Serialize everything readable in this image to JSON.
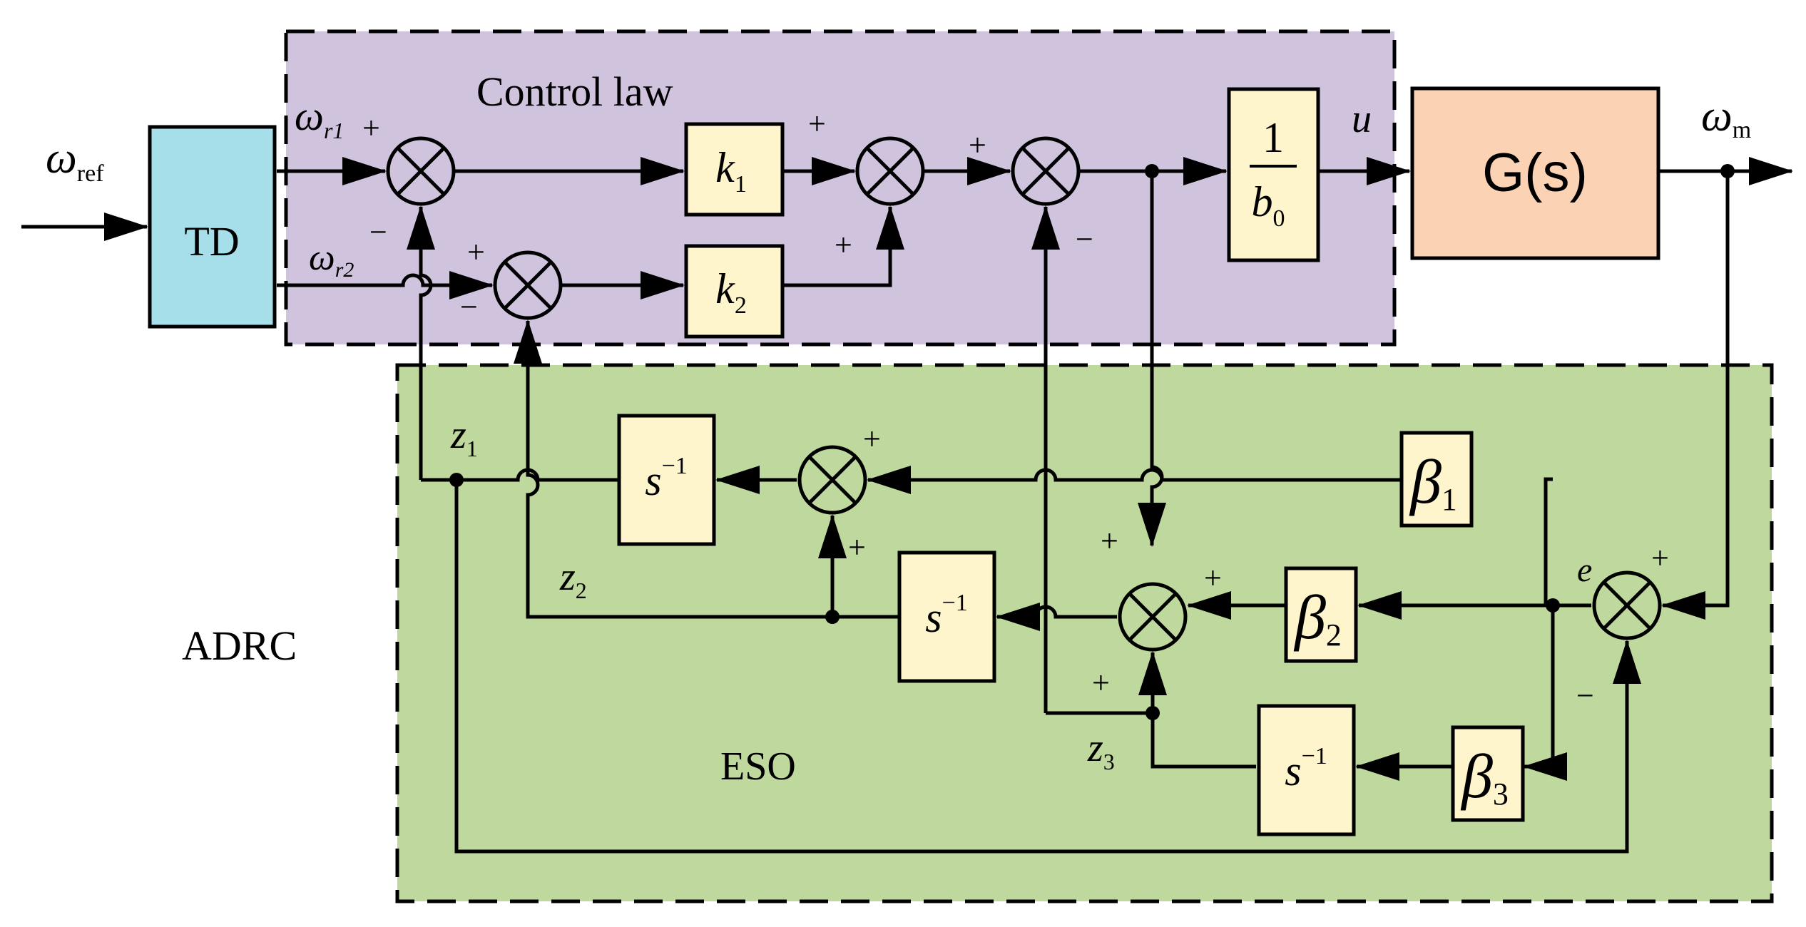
{
  "colors": {
    "control_zone": "#d0c3de",
    "eso_zone": "#bfd89d",
    "td_block": "#a6dfe9",
    "plant_block": "#fbd2b3",
    "gain_block": "#fff5cc",
    "line": "#000000"
  },
  "zones": {
    "control_law": "Control law",
    "eso": "ESO",
    "adrc": "ADRC"
  },
  "blocks": {
    "td": "TD",
    "plant": "G(s)",
    "k1": {
      "base": "k",
      "sub": "1"
    },
    "k2": {
      "base": "k",
      "sub": "2"
    },
    "inv_b0": {
      "num": "1",
      "den_base": "b",
      "den_sub": "0"
    },
    "integrator": {
      "base": "s",
      "sup": "−1"
    },
    "beta1": {
      "base": "β",
      "sub": "1"
    },
    "beta2": {
      "base": "β",
      "sub": "2"
    },
    "beta3": {
      "base": "β",
      "sub": "3"
    }
  },
  "signals": {
    "w_ref": {
      "base": "ω",
      "sub": "ref"
    },
    "w_r1": {
      "base": "ω",
      "sub": "r1"
    },
    "w_r2": {
      "base": "ω",
      "sub": "r2"
    },
    "w_m": {
      "base": "ω",
      "sub": "m"
    },
    "u": "u",
    "e": "e",
    "z1": {
      "base": "z",
      "sub": "1"
    },
    "z2": {
      "base": "z",
      "sub": "2"
    },
    "z3": {
      "base": "z",
      "sub": "3"
    }
  },
  "signs": {
    "plus": "+",
    "minus": "−"
  }
}
